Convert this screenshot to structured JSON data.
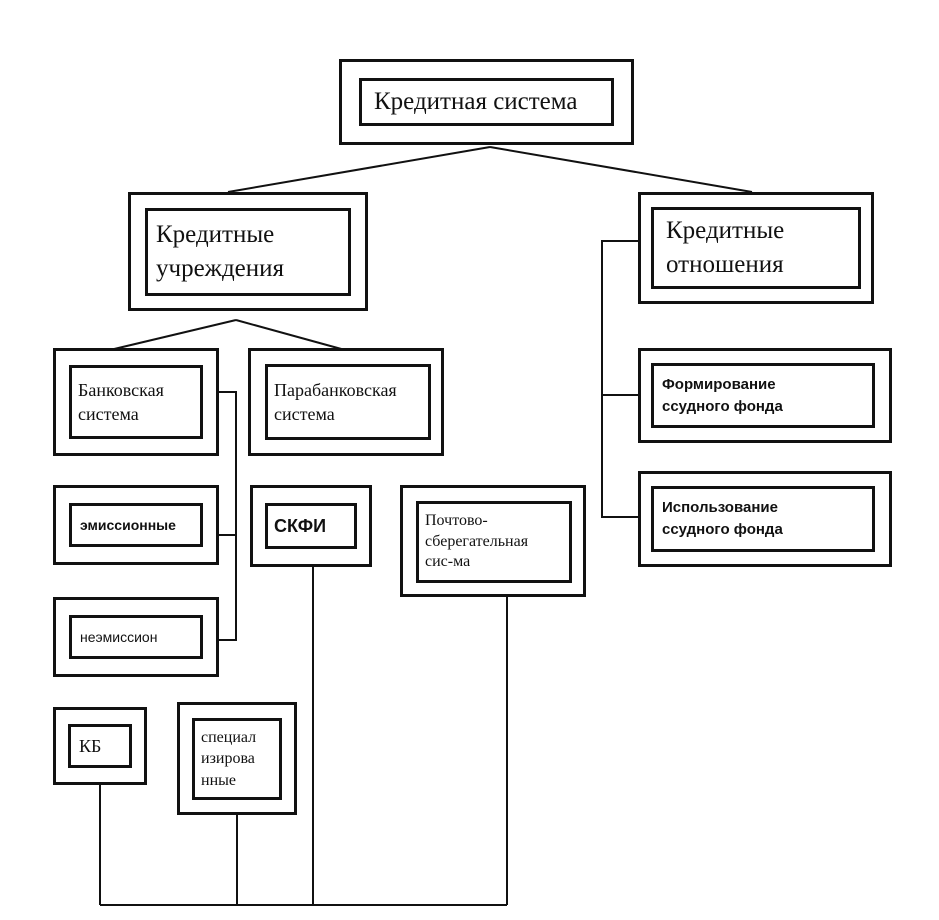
{
  "nodes": {
    "root": "Кредитная система",
    "institutions": "Кредитные\nучреждения",
    "relations": "Кредитные\nотношения",
    "banking": "Банковская\nсистема",
    "parabanking": "Парабанковская\nсистема",
    "formation": "Формирование\nссудного фонда",
    "usage": "Использование\nссудного фонда",
    "emission": "эмиссионные",
    "skfi": "СКФИ",
    "postal": "Почтово-\nсберегательная\nсис-ма",
    "non_emission": "неэмиссион",
    "kb": "КБ",
    "specialized": "специал\nизирова\nнные"
  }
}
